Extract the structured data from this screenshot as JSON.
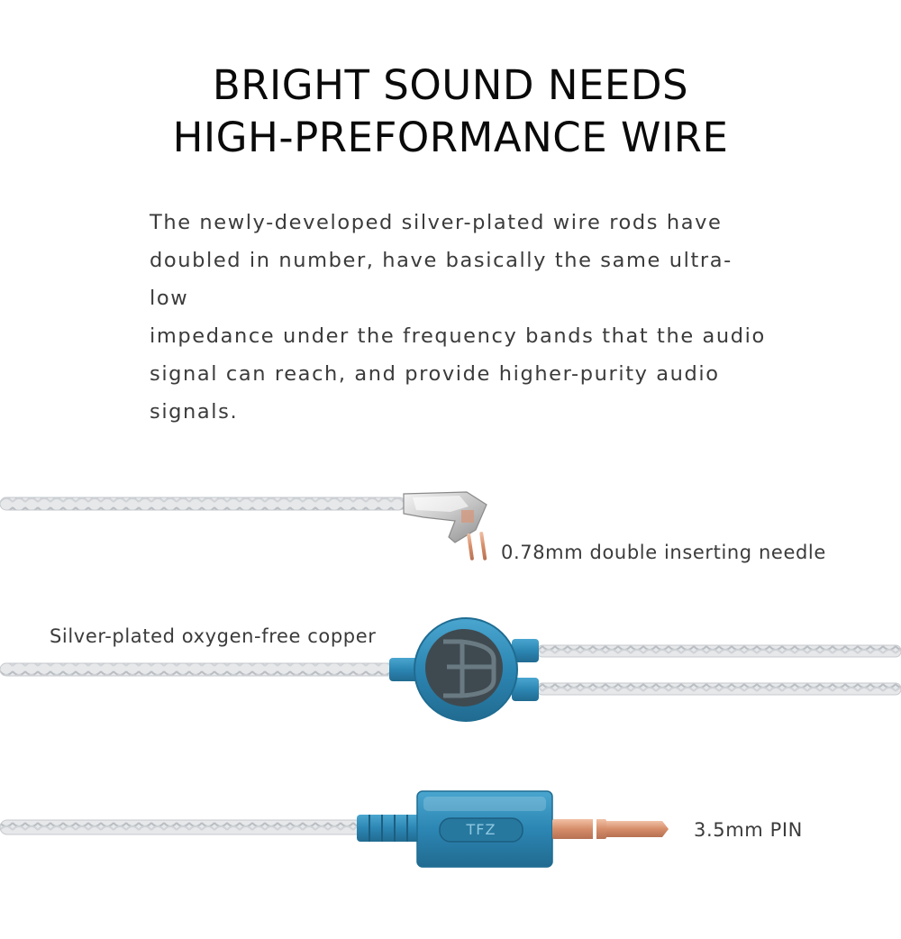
{
  "headline": {
    "line1": "BRIGHT SOUND NEEDS",
    "line2": "HIGH-PREFORMANCE WIRE"
  },
  "description": {
    "line1": "The newly-developed silver-plated wire rods have",
    "line2": "doubled in number, have basically the same ultra-low",
    "line3": "impedance under the frequency bands that the audio",
    "line4": "signal can reach, and provide higher-purity audio",
    "line5": "signals."
  },
  "callouts": {
    "needle": "0.78mm double inserting needle",
    "copper": "Silver-plated oxygen-free copper",
    "pin": "3.5mm PIN"
  },
  "plug_brand": "TFZ",
  "colors": {
    "cable": "#c9ccd0",
    "connector_blue": "#2f8fb8",
    "copper_pin": "#d99a7a"
  }
}
